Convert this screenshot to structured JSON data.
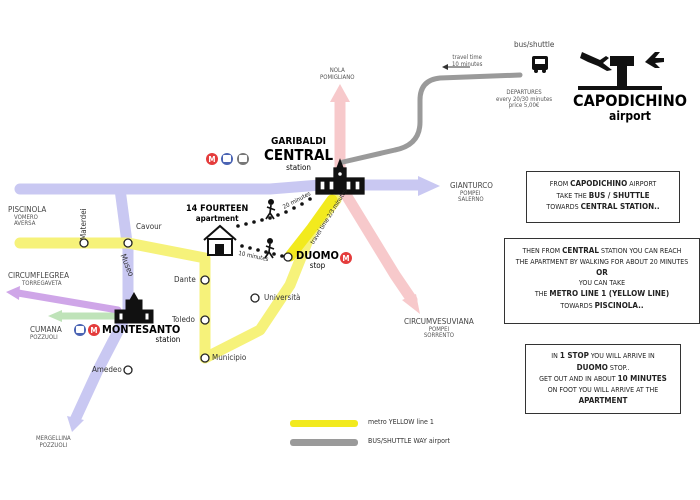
{
  "title_center": {
    "line1": "GARIBALDI",
    "line2": "CENTRAL",
    "line3": "station"
  },
  "airport": {
    "name": "CAPODICHINO",
    "sub": "airport"
  },
  "bus": {
    "label": "bus/shuttle",
    "travel_time_1": "travel time",
    "travel_time_2": "10 minutes",
    "departures_1": "DEPARTURES",
    "departures_2": "every 20/30 minutes",
    "departures_3": "price 5,00€"
  },
  "apartment": {
    "line1": "14 FOURTEEN",
    "line2": "apartment"
  },
  "walk_times": {
    "to_central": "20 minutes",
    "to_duomo": "10 minutes",
    "metro": "travel time 2/3 minutes"
  },
  "duomo": {
    "name": "DUOMO",
    "sub": "stop"
  },
  "montesanto": {
    "name": "MONTESANTO",
    "sub": "station"
  },
  "stations": {
    "materdei": "Materdei",
    "cavour": "Cavour",
    "museo": "Museo",
    "dante": "Dante",
    "toledo": "Toledo",
    "municipio": "Municipio",
    "universita": "Università",
    "amedeo": "Amedeo"
  },
  "destinations": {
    "nola": "NOLA",
    "pomigliano": "POMIGLIANO",
    "gianturco": "GIANTURCO",
    "pompei": "POMPEI",
    "salerno": "SALERNO",
    "piscinola": "PISCINOLA",
    "vomero": "VOMERO",
    "aversa": "AVERSA",
    "circumflegrea": "CIRCUMFLEGREA",
    "torregaveta": "TORREGAVETA",
    "cumana": "CUMANA",
    "pozzuoli": "POZZUOLI",
    "circumvesuviana": "CIRCUMVESUVIANA",
    "pompei2": "POMPEI",
    "sorrento": "SORRENTO",
    "mergellina": "MERGELLINA",
    "pozzuoli2": "POZZUOLI"
  },
  "info_boxes": {
    "box1": {
      "a": "FROM",
      "b": "CAPODICHINO",
      "c": "AIRPORT",
      "d": "TAKE THE",
      "e": "BUS / SHUTTLE",
      "f": "TOWARDS",
      "g": "CENTRAL STATION..",
      "h": ""
    },
    "box2": {
      "a": "THEN FROM",
      "b": "CENTRAL",
      "c": "STATION YOU CAN REACH",
      "d": "THE APARTMENT BY WALKING FOR ABOUT 20 MINUTES",
      "e": "OR",
      "f": "YOU CAN TAKE",
      "g": "THE",
      "h": "METRO LINE 1 (YELLOW LINE)",
      "i": "TOWARDS",
      "j": "PISCINOLA.."
    },
    "box3": {
      "a": "IN",
      "b": "1 STOP",
      "c": "YOU WILL ARRIVE IN",
      "d": "DUOMO",
      "e": "STOP..",
      "f": "GET OUT AND IN ABOUT",
      "g": "10 MINUTES",
      "h": "ON FOOT YOU WILL ARRIVE AT THE",
      "i": "APARTMENT"
    }
  },
  "legend": {
    "metro": "metro YELLOW line 1",
    "bus": "BUS/SHUTTLE WAY airport"
  },
  "colors": {
    "yellow": "#f6f27a",
    "yellow_strong": "#f2ea1e",
    "lavender": "#c9c8f2",
    "pink": "#f7c9cb",
    "green": "#bfe3b9",
    "purple": "#cfa6e8",
    "grey": "#9a9a9a",
    "red": "#e43c3c"
  },
  "icons": [
    "metro-icon",
    "train-icon",
    "bus-icon",
    "airplane-takeoff-icon",
    "airplane-landing-icon",
    "control-tower-icon",
    "house-icon",
    "walking-person-icon",
    "cathedral-icon"
  ]
}
